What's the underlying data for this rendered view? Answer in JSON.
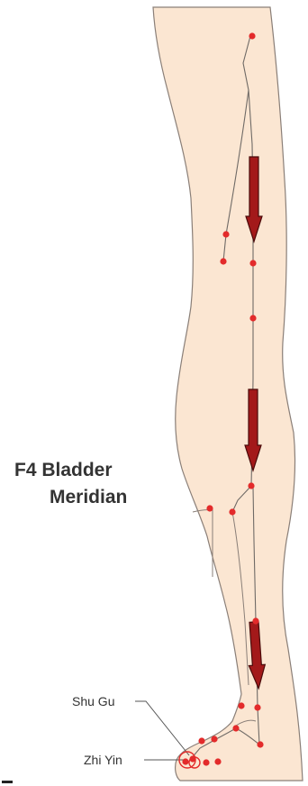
{
  "title": {
    "line1": "F4 Bladder",
    "line2": "Meridian"
  },
  "labels": [
    {
      "id": "shu-gu",
      "text": "Shu Gu"
    },
    {
      "id": "zhi-yin",
      "text": "Zhi Yin"
    }
  ],
  "colors": {
    "skin": "#fbe6d2",
    "outline": "#8a7f78",
    "meridian_line": "#6f6a66",
    "point": "#e32b2b",
    "arrow_fill": "#a3191a",
    "arrow_stroke": "#4a0a0a",
    "title": "#333333"
  },
  "arrow_direction": "downward"
}
